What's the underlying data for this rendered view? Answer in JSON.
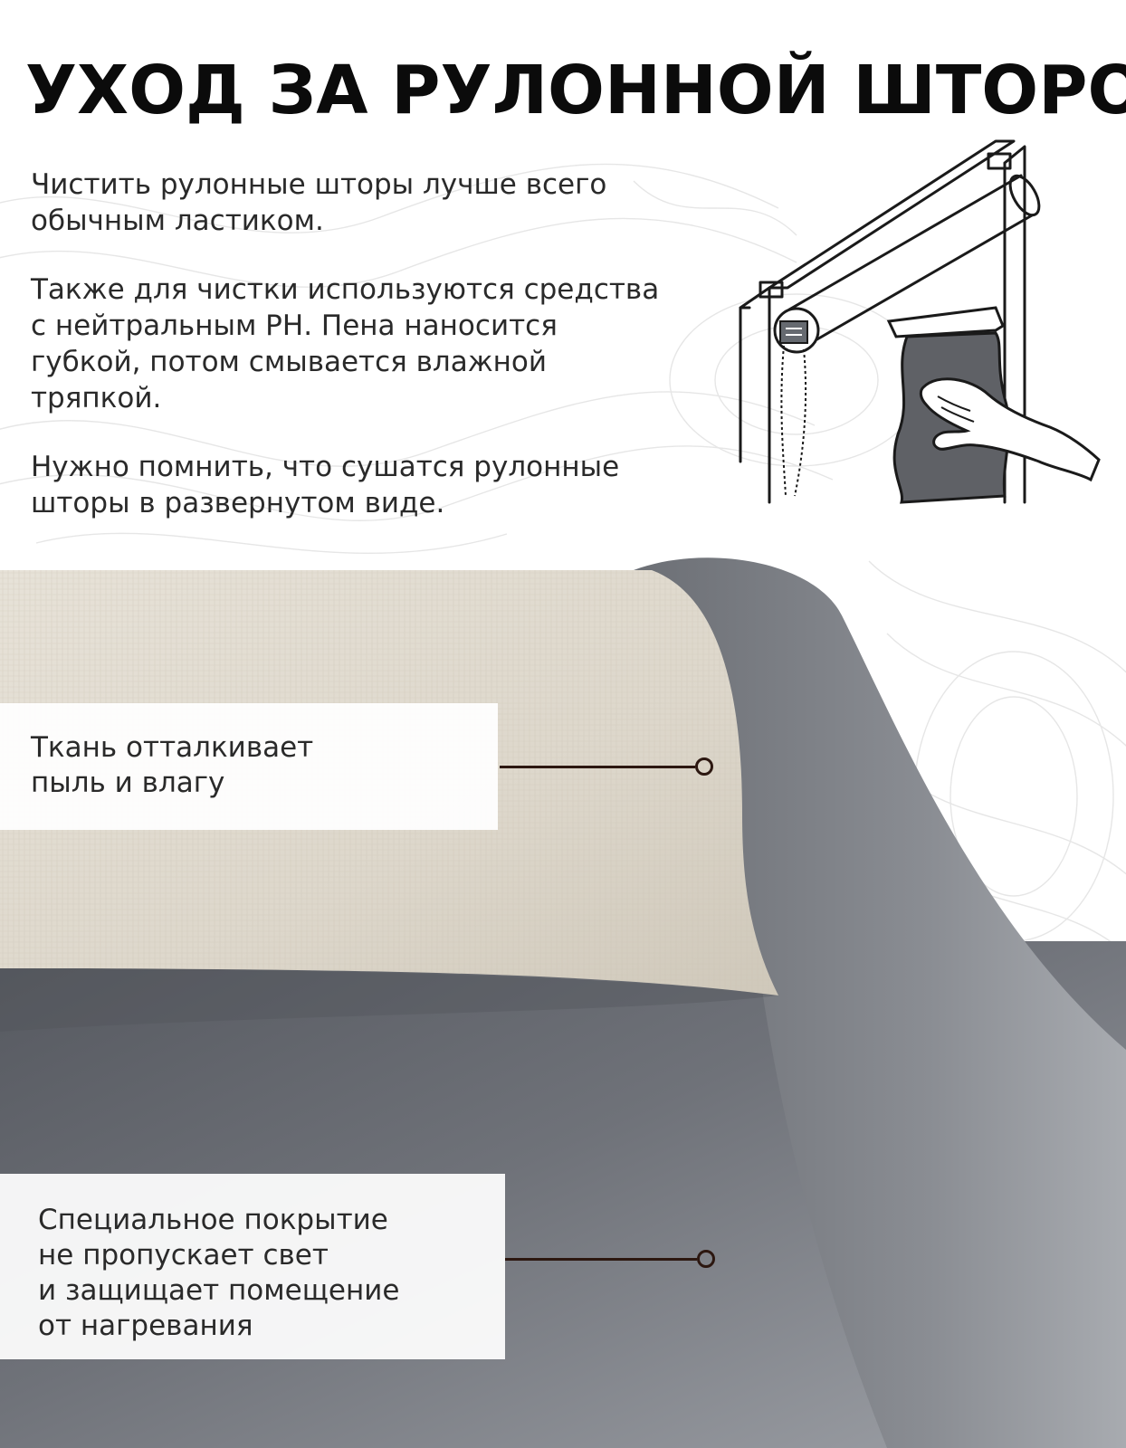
{
  "title": "УХОД ЗА РУЛОННОЙ ШТОРОЙ",
  "care_instructions": {
    "paragraphs": [
      "Чистить рулонные шторы лучше всего\nобычным ластиком.",
      "Также для чистки используются средства\nс нейтральным РН. Пена наносится\nгубкой, потом смывается влажной\nтряпкой.",
      "Нужно помнить, что сушатся рулонные\nшторы в развернутом виде."
    ]
  },
  "callouts": [
    {
      "text": "Ткань отталкивает\nпыль и влагу"
    },
    {
      "text": "Специальное покрытие\nне пропускает свет\nи защищает помещение\nот нагревания"
    }
  ],
  "colors": {
    "fabric_face": "#e2ddd3",
    "fabric_back": "#6d7077",
    "leader_line": "#2c1710",
    "title": "#0b0b0b"
  },
  "icons": {
    "illustration": "roller-blind-cleaning-illustration"
  }
}
